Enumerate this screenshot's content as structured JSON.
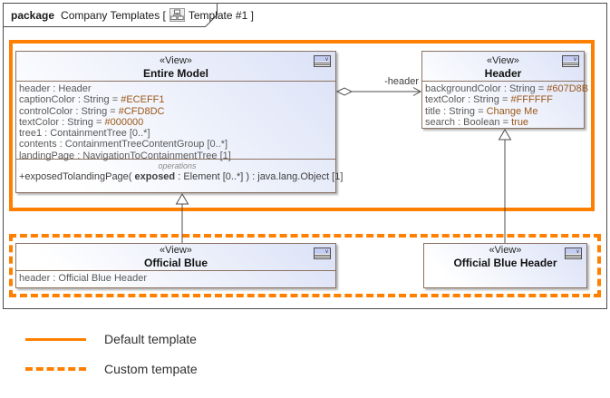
{
  "colors": {
    "accent_orange": "#FF8000",
    "box_border": "#8B7262",
    "frame_gray": "#4D4D4D",
    "text_dark": "#1A1A1A",
    "text_gray": "#595959",
    "value_brown": "#9B5617"
  },
  "tab": {
    "keyword": "package",
    "title": "Company Templates [",
    "diagram_icon": "class-diagram-icon",
    "diagram_ref": "Template #1 ]"
  },
  "classes": {
    "entire_model": {
      "stereotype": "«View»",
      "name": "Entire Model",
      "icon": "view-icon",
      "attributes": [
        {
          "label": "header : Header",
          "value": ""
        },
        {
          "label": "captionColor : String = ",
          "value": "#ECEFF1"
        },
        {
          "label": "controlColor : String = ",
          "value": "#CFD8DC"
        },
        {
          "label": "textColor : String = ",
          "value": "#000000"
        },
        {
          "label": "tree1 : ContainmentTree [0..*]",
          "value": ""
        },
        {
          "label": "contents : ContainmentTreeContentGroup [0..*]",
          "value": ""
        },
        {
          "label": "landingPage : NavigationToContainmentTree [1]",
          "value": ""
        }
      ],
      "operations_label": "operations",
      "operation": {
        "prefix": "+exposedTolandingPage( ",
        "param": "exposed",
        "suffix": " : Element [0..*] ) : java.lang.Object [1]"
      }
    },
    "header": {
      "stereotype": "«View»",
      "name": "Header",
      "icon": "view-icon",
      "attributes": [
        {
          "label": "backgroundColor : String = ",
          "value": "#607D8B"
        },
        {
          "label": "textColor : String = ",
          "value": "#FFFFFF"
        },
        {
          "label": "title : String = ",
          "value": "Change Me"
        },
        {
          "label": "search : Boolean = ",
          "value": "true"
        }
      ]
    },
    "official_blue": {
      "stereotype": "«View»",
      "name": "Official Blue",
      "icon": "view-icon",
      "attributes": [
        {
          "label": "header : Official Blue Header",
          "value": ""
        }
      ]
    },
    "official_blue_header": {
      "stereotype": "«View»",
      "name": "Official Blue Header",
      "icon": "view-icon"
    }
  },
  "connectors": {
    "header_association_label": "-header"
  },
  "legend": {
    "items": [
      {
        "line_style": "solid",
        "label": "Default template"
      },
      {
        "line_style": "dashed",
        "label": "Custom tempate"
      }
    ]
  }
}
